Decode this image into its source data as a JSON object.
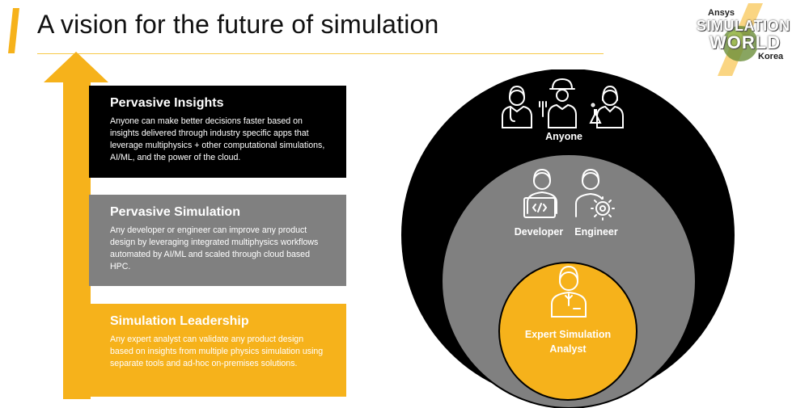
{
  "slide": {
    "title": "A vision for the future of simulation"
  },
  "logo": {
    "brand": "Ansys",
    "line1": "SIMULATION",
    "line2": "WORLD",
    "region": "Korea"
  },
  "stages": [
    {
      "title": "Pervasive Insights",
      "body": "Anyone can make better decisions faster based on insights delivered through industry specific apps that leverage multiphysics + other computational simulations, AI/ML, and the power of the cloud."
    },
    {
      "title": "Pervasive Simulation",
      "body": "Any developer or engineer can improve any product design by leveraging integrated multiphysics workflows automated by AI/ML and scaled through cloud based HPC."
    },
    {
      "title": "Simulation Leadership",
      "body": "Any expert analyst can validate any product design based on insights from multiple physics simulation using separate tools and ad-hoc on-premises solutions."
    }
  ],
  "circles": {
    "outer_label": "Anyone",
    "middle_label_1": "Developer",
    "middle_label_2": "Engineer",
    "inner_label_line1": "Expert Simulation",
    "inner_label_line2": "Analyst"
  },
  "icons": {
    "outer": [
      "doctor-icon",
      "technician-icon",
      "scientist-icon"
    ],
    "middle": [
      "developer-icon",
      "engineer-icon"
    ],
    "inner": [
      "analyst-icon"
    ]
  },
  "colors": {
    "accent": "#f6b21b",
    "outer_circle": "#000000",
    "middle_circle": "#808080",
    "inner_circle": "#f6b21b"
  }
}
